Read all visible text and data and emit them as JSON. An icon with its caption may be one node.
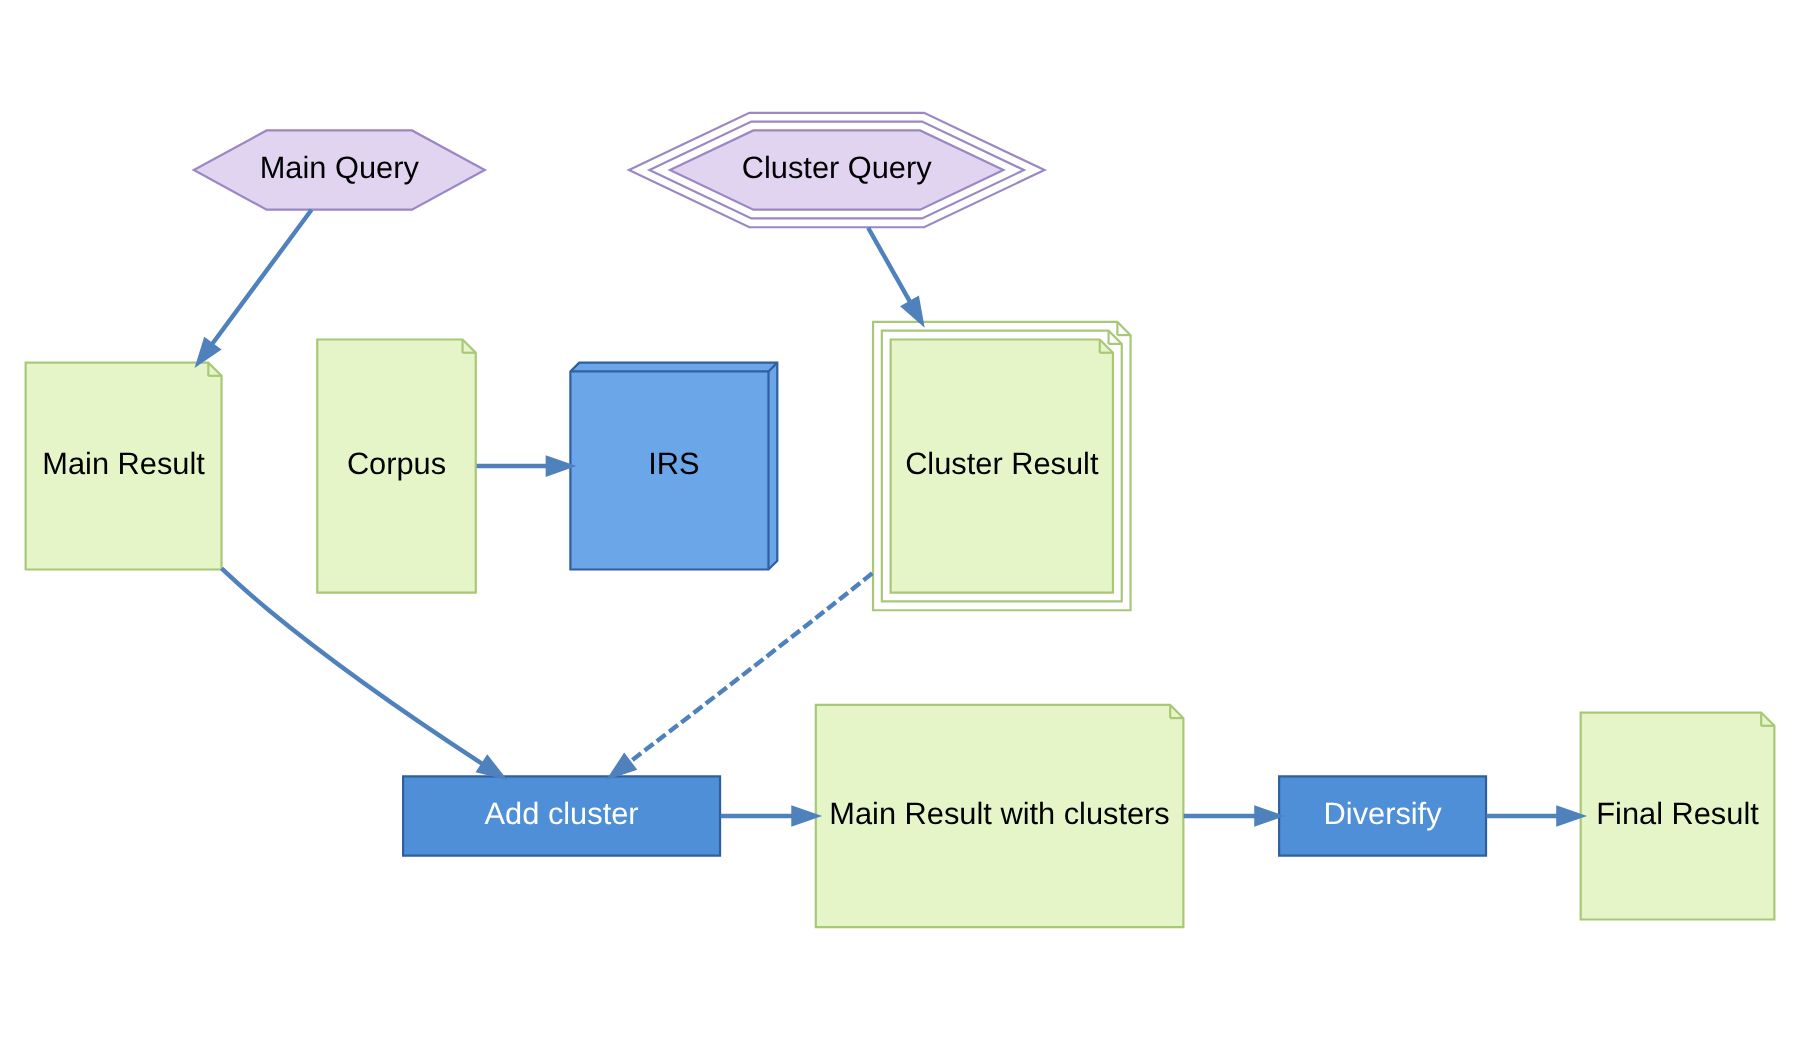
{
  "diagram": {
    "nodes": [
      {
        "text": [
          "Main Query"
        ]
      },
      {
        "text": [
          "Cluster Query"
        ]
      },
      {
        "text": [
          "IRS"
        ]
      },
      {
        "text": [
          "Corpus"
        ]
      },
      {
        "text": [
          "Main Result"
        ]
      },
      {
        "text": [
          "Cluster Result"
        ]
      },
      {
        "text": [
          "Add cluster"
        ]
      },
      {
        "text": [
          "Main Result with clusters"
        ]
      },
      {
        "text": [
          "Diversify"
        ]
      },
      {
        "text": [
          "Final Result"
        ]
      }
    ],
    "edges": [
      {
        "from": 0,
        "to": 4,
        "arrow": "to"
      },
      {
        "from": 1,
        "to": 5,
        "arrow": "to"
      },
      {
        "from": 3,
        "to": 2,
        "arrow": "to"
      },
      {
        "from": 4,
        "to": 6,
        "arrow": "to"
      },
      {
        "from": 5,
        "to": 6,
        "arrow": "to",
        "style": "dashed"
      },
      {
        "from": 6,
        "to": 7,
        "arrow": "to"
      },
      {
        "from": 7,
        "to": 8,
        "arrow": "to"
      },
      {
        "from": 8,
        "to": 9,
        "arrow": "to"
      }
    ]
  }
}
